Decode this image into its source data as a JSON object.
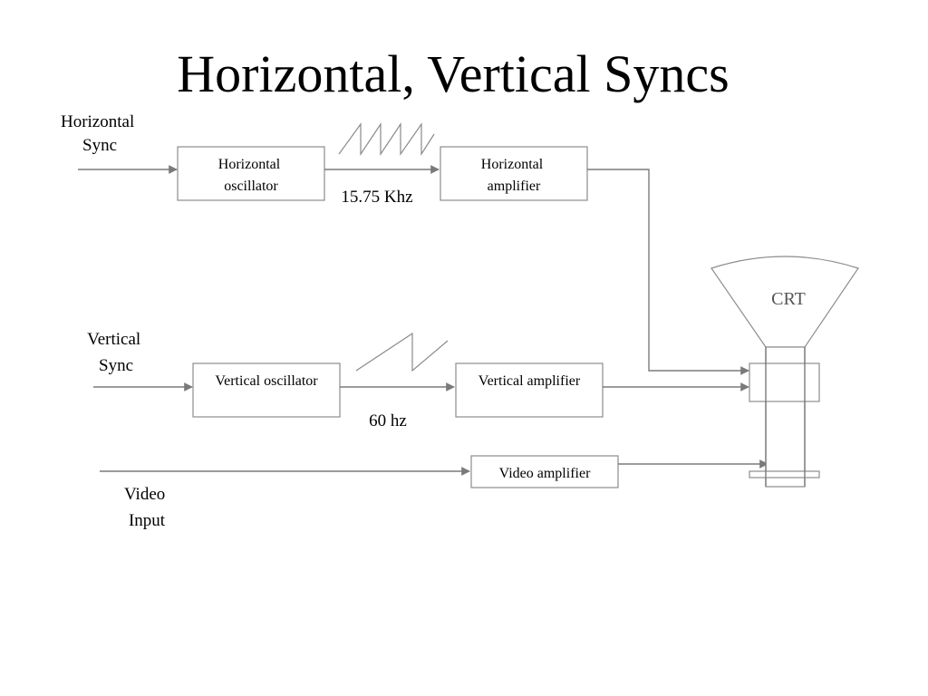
{
  "slide": {
    "title": "Horizontal, Vertical Syncs"
  },
  "inputs": {
    "horizontal_sync": [
      "Horizontal",
      "Sync"
    ],
    "vertical_sync": [
      "Vertical",
      "Sync"
    ],
    "video_input": [
      "Video",
      "Input"
    ]
  },
  "blocks": {
    "horizontal_oscillator": [
      "Horizontal",
      "oscillator"
    ],
    "horizontal_amplifier": [
      "Horizontal",
      "amplifier"
    ],
    "vertical_oscillator": "Vertical oscillator",
    "vertical_amplifier": "Vertical amplifier",
    "video_amplifier": "Video amplifier"
  },
  "frequencies": {
    "horizontal": "15.75 Khz",
    "vertical": "60 hz"
  },
  "crt_label": "CRT",
  "colors": {
    "line": "#8c8c8c",
    "text": "#000000",
    "crt_text": "#555555"
  }
}
